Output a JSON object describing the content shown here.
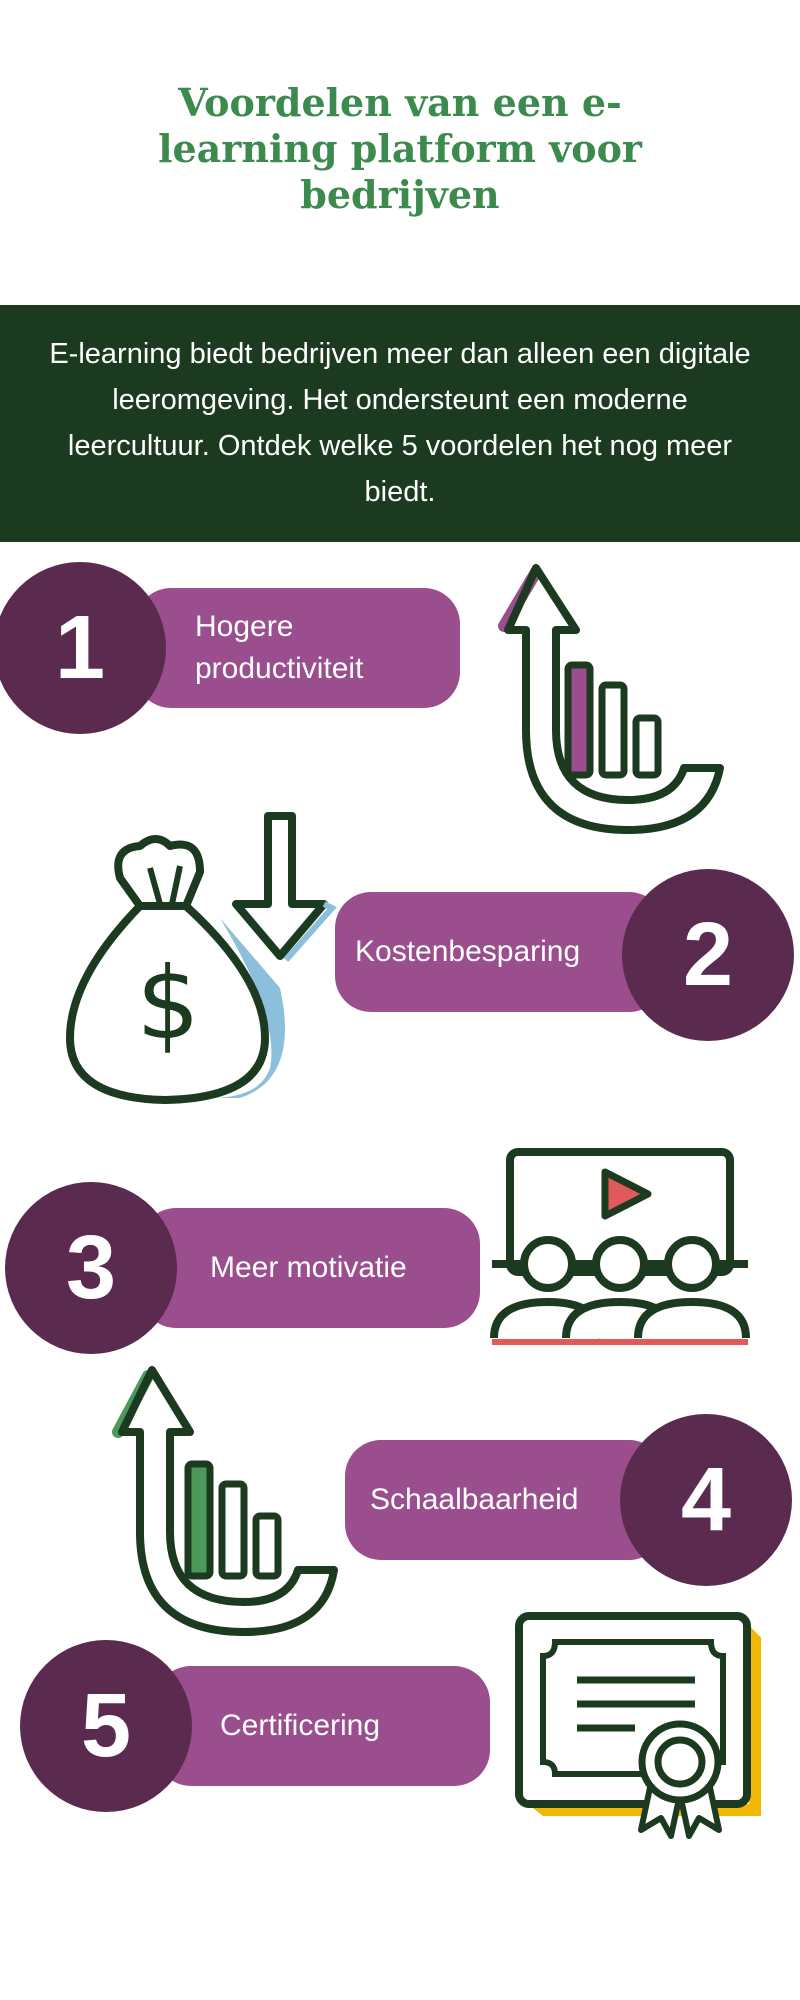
{
  "title": "Voordelen van een e-learning platform voor bedrijven",
  "intro": "E-learning biedt bedrijven meer dan alleen een digitale leeromgeving. Het ondersteunt een moderne leercultuur. Ontdek welke 5  voordelen het nog meer biedt.",
  "benefits": [
    {
      "number": "1",
      "label": "Hogere productiviteit",
      "icon": "arrow-up-bar-chart-icon"
    },
    {
      "number": "2",
      "label": "Kostenbesparing",
      "icon": "money-bag-down-arrow-icon"
    },
    {
      "number": "3",
      "label": "Meer motivatie",
      "icon": "video-audience-icon"
    },
    {
      "number": "4",
      "label": "Schaalbaarheid",
      "icon": "arrow-up-bar-chart-icon"
    },
    {
      "number": "5",
      "label": "Certificering",
      "icon": "certificate-icon"
    }
  ],
  "colors": {
    "title": "#3d8a4f",
    "banner": "#1c3a1f",
    "pill": "#9b4e8e",
    "circle": "#5a2a4f",
    "icon_stroke": "#1c3a1f",
    "accent_purple": "#9b4e8e",
    "accent_blue": "#8bbfdb",
    "accent_red": "#e05a5a",
    "accent_green": "#4c9a5a",
    "accent_yellow": "#f2b705"
  }
}
